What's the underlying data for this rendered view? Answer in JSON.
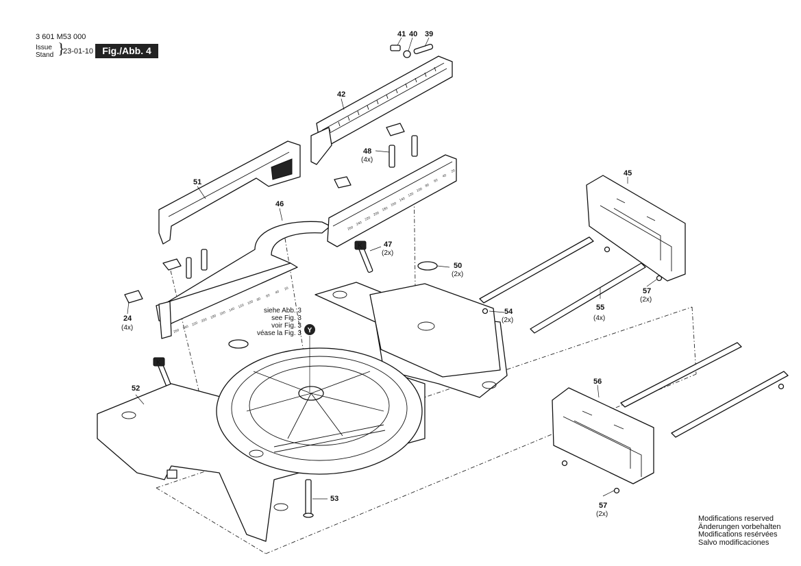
{
  "header": {
    "doc_code": "3 601 M53 000",
    "issue_label": "Issue",
    "stand_label": "Stand",
    "date": "23-01-10",
    "figure_tag": "Fig./Abb. 4"
  },
  "callouts": [
    {
      "id": "41",
      "qty": ""
    },
    {
      "id": "40",
      "qty": ""
    },
    {
      "id": "39",
      "qty": ""
    },
    {
      "id": "42",
      "qty": ""
    },
    {
      "id": "48",
      "qty": "(4x)"
    },
    {
      "id": "51",
      "qty": ""
    },
    {
      "id": "46",
      "qty": ""
    },
    {
      "id": "45",
      "qty": ""
    },
    {
      "id": "47",
      "qty": "(2x)"
    },
    {
      "id": "50",
      "qty": "(2x)"
    },
    {
      "id": "24",
      "qty": "(4x)"
    },
    {
      "id": "57",
      "qty": "(2x)"
    },
    {
      "id": "54",
      "qty": "(2x)"
    },
    {
      "id": "55",
      "qty": "(4x)"
    },
    {
      "id": "52",
      "qty": ""
    },
    {
      "id": "56",
      "qty": ""
    },
    {
      "id": "53",
      "qty": ""
    },
    {
      "id": "57",
      "qty": "(2x)"
    }
  ],
  "reference_note": {
    "lines": [
      "siehe Abb. 3",
      "see Fig. 3",
      "voir Fig. 3",
      "véase la Fig. 3"
    ],
    "marker": "Y"
  },
  "key_marks": [
    "K",
    "K"
  ],
  "scale_ticks": [
    "260",
    "240",
    "220",
    "200",
    "180",
    "160",
    "140",
    "120",
    "100",
    "80",
    "60",
    "40",
    "20"
  ],
  "footer": {
    "lines": [
      "Modifications reserved",
      "Änderungen vorbehalten",
      "Modifications resérvées",
      "Salvo modificaciones"
    ]
  }
}
